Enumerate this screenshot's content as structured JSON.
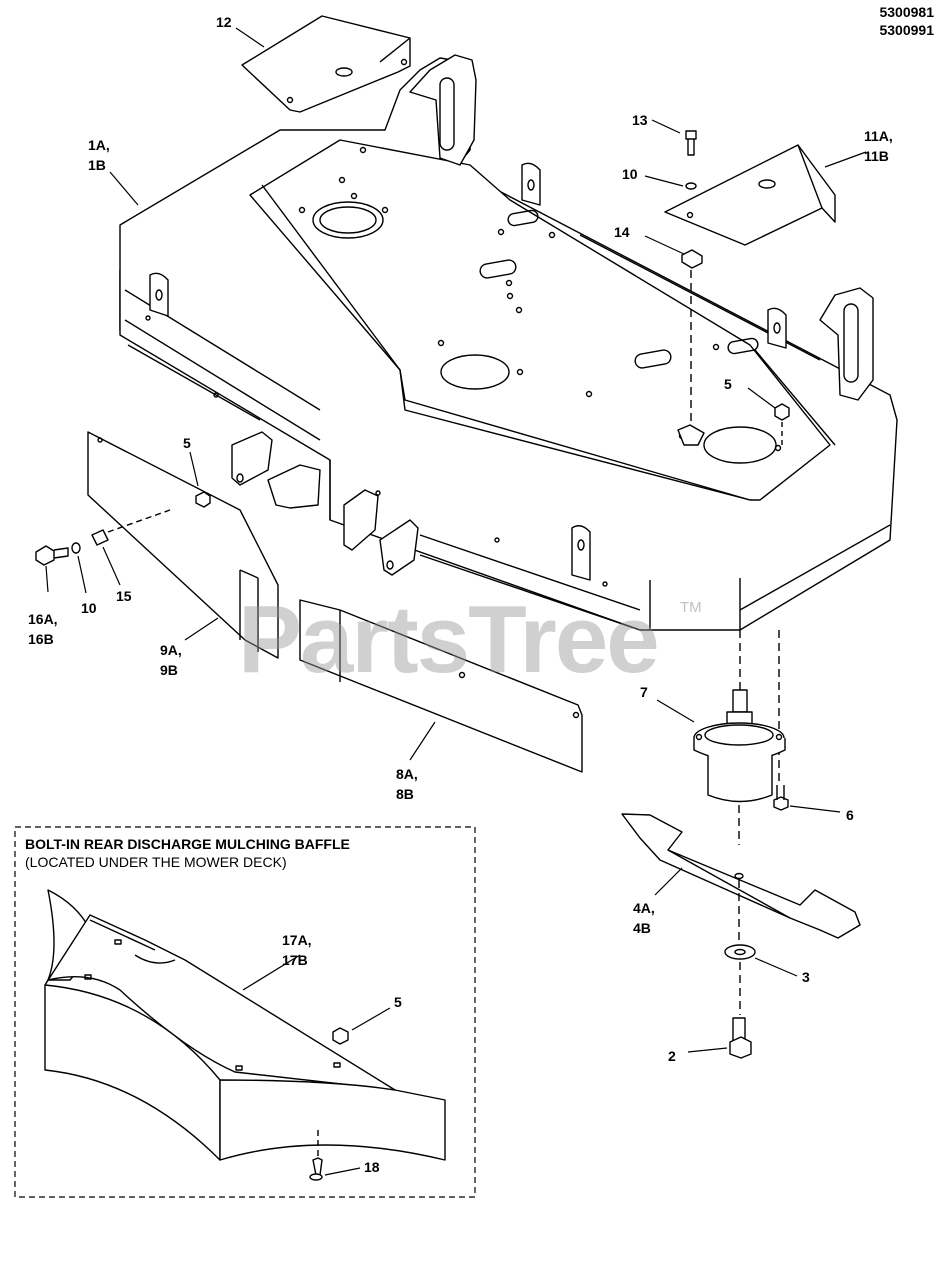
{
  "doc_numbers": [
    "5300981",
    "5300991"
  ],
  "watermark": "PartsTree",
  "trademark": "TM",
  "inset": {
    "title": "BOLT-IN REAR DISCHARGE MULCHING BAFFLE",
    "subtitle": "(LOCATED UNDER THE MOWER DECK)"
  },
  "callouts": {
    "c12": "12",
    "c1a": "1A,",
    "c1b": "1B",
    "c13": "13",
    "c11a": "11A,",
    "c11b": "11B",
    "c10_top": "10",
    "c14": "14",
    "c5_right": "5",
    "c5_left": "5",
    "c16a": "16A,",
    "c16b": "16B",
    "c10_left": "10",
    "c15": "15",
    "c9a": "9A,",
    "c9b": "9B",
    "c7": "7",
    "c6": "6",
    "c8a": "8A,",
    "c8b": "8B",
    "c4a": "4A,",
    "c4b": "4B",
    "c3": "3",
    "c2": "2",
    "c17a": "17A,",
    "c17b": "17B",
    "c5_inset": "5",
    "c18": "18"
  }
}
